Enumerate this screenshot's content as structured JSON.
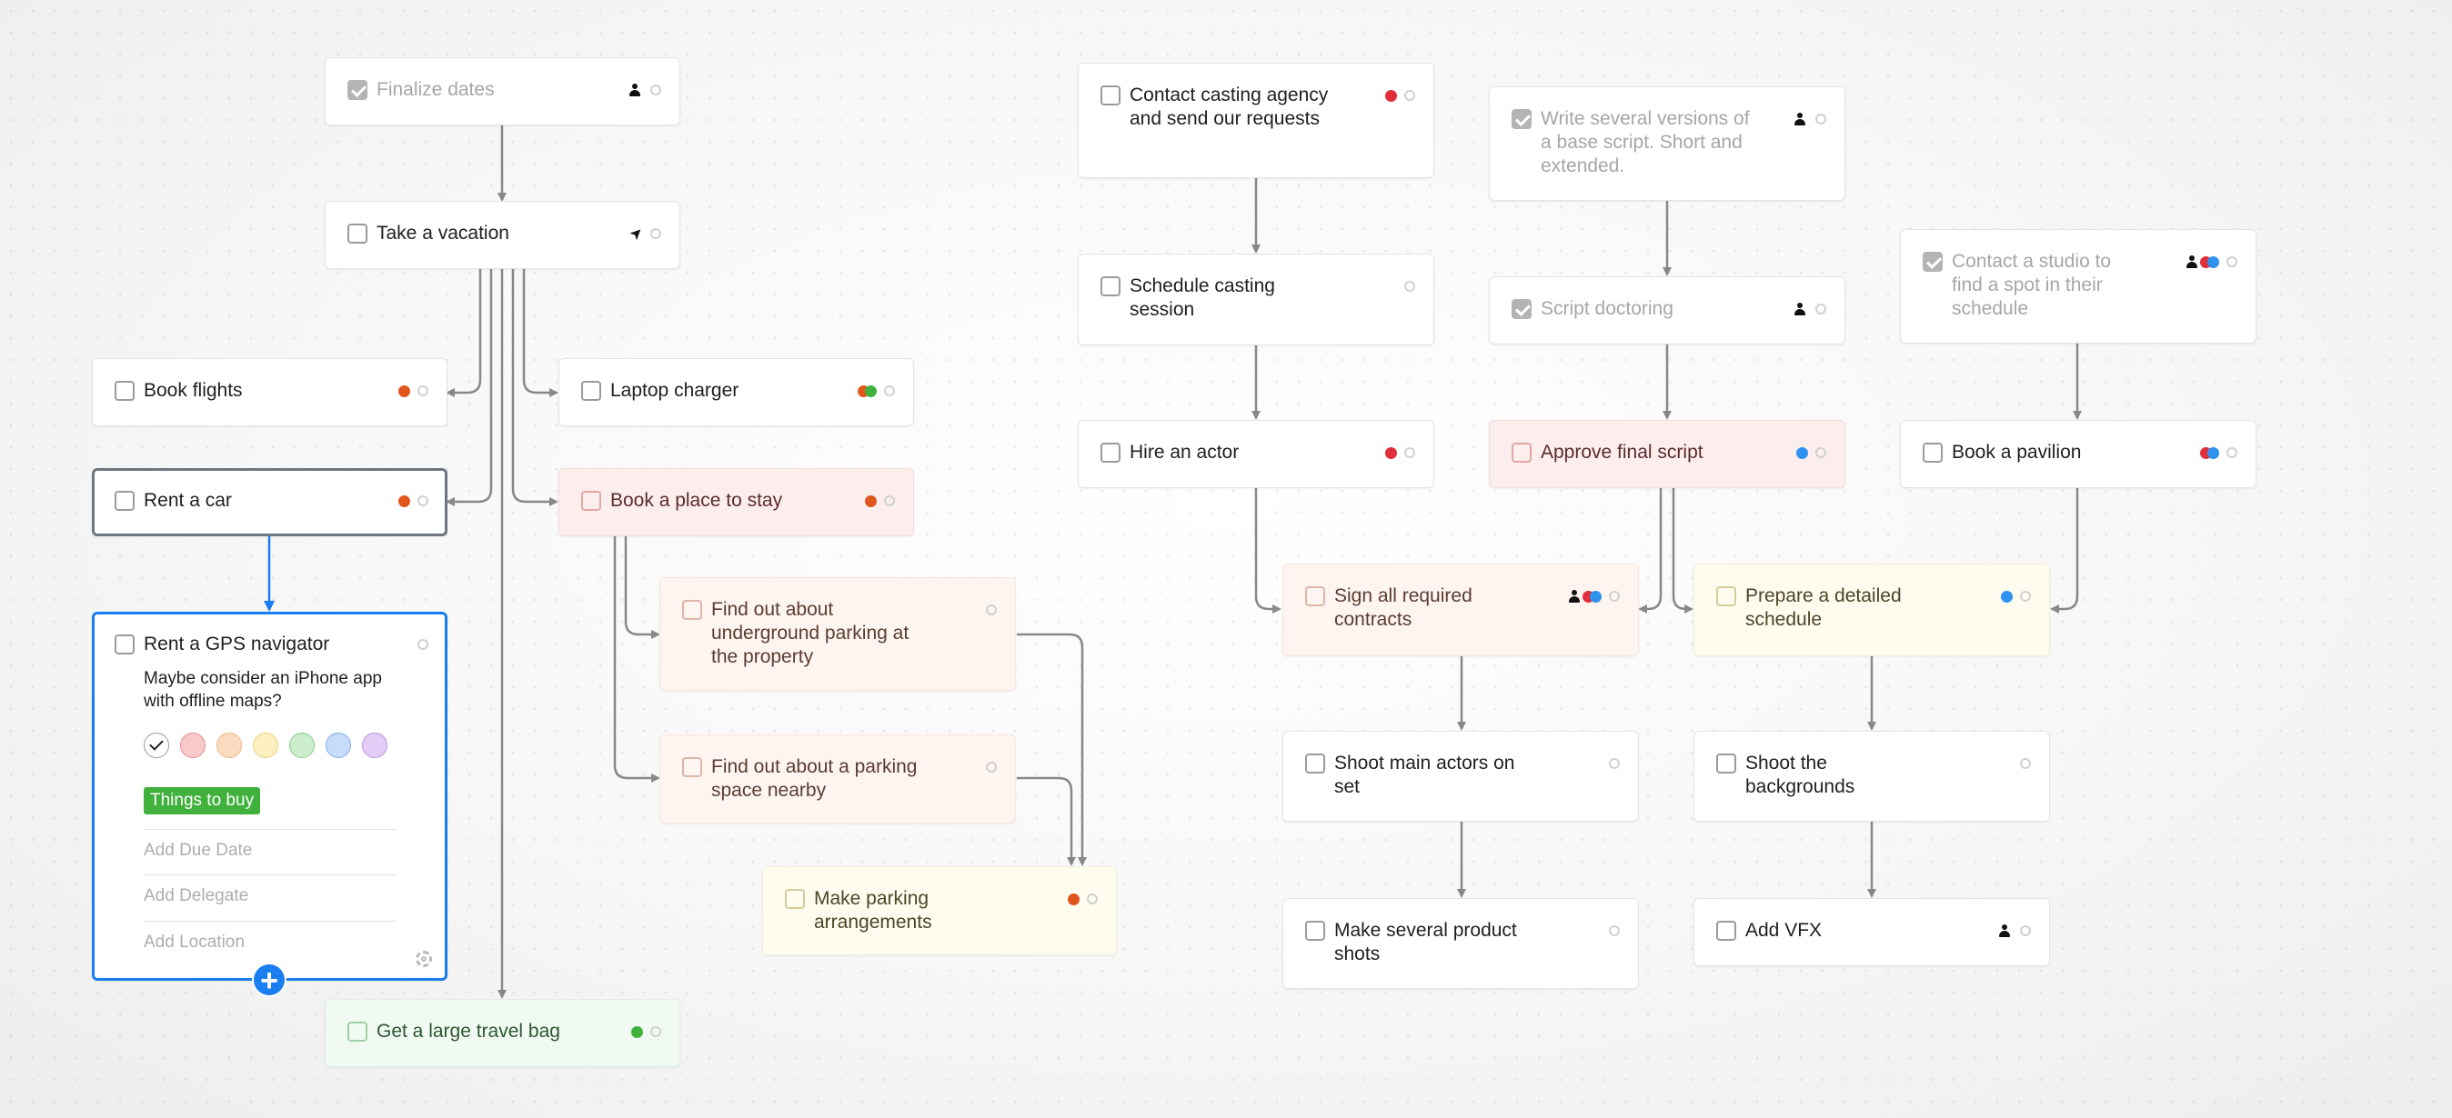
{
  "colors": {
    "orange": "#e0561d",
    "red": "#e02e3a",
    "green": "#3fb13c",
    "blue": "#2e92ee",
    "link_gray": "#888888",
    "link_blue": "#1a7ef0",
    "selected_border": "#1a7ef0"
  },
  "tasks": {
    "finalize_dates": {
      "title": "Finalize dates",
      "done": true,
      "icons": [
        "person-icon"
      ]
    },
    "take_vacation": {
      "title": "Take a vacation",
      "done": false,
      "icons": [
        "location-arrow-icon"
      ]
    },
    "book_flights": {
      "title": "Book flights",
      "done": false,
      "tags": [
        "orange"
      ]
    },
    "rent_car": {
      "title": "Rent a car",
      "done": false,
      "tags": [
        "orange"
      ]
    },
    "laptop_charger": {
      "title": "Laptop charger",
      "done": false,
      "tags": [
        "orange",
        "green"
      ]
    },
    "book_place": {
      "title": "Book a place to stay",
      "done": false,
      "tags": [
        "orange"
      ]
    },
    "underground_parking": {
      "title": "Find out about underground parking at the property",
      "done": false
    },
    "parking_nearby": {
      "title": "Find out about a parking space nearby",
      "done": false
    },
    "make_parking": {
      "title": "Make parking arrangements",
      "done": false,
      "tags": [
        "orange"
      ]
    },
    "travel_bag": {
      "title": "Get a large travel bag",
      "done": false,
      "tags": [
        "green"
      ]
    },
    "contact_casting": {
      "title": "Contact casting agency and send our requests",
      "done": false,
      "tags": [
        "red"
      ]
    },
    "schedule_casting": {
      "title": "Schedule casting session",
      "done": false
    },
    "hire_actor": {
      "title": "Hire an actor",
      "done": false,
      "tags": [
        "red"
      ]
    },
    "write_versions": {
      "title": "Write several versions of a base script. Short and extended.",
      "done": true,
      "icons": [
        "person-icon"
      ]
    },
    "script_doctoring": {
      "title": "Script doctoring",
      "done": true,
      "icons": [
        "person-icon"
      ]
    },
    "approve_script": {
      "title": "Approve final script",
      "done": false,
      "tags": [
        "blue"
      ]
    },
    "contact_studio": {
      "title": "Contact a studio to find a spot in their schedule",
      "done": true,
      "icons": [
        "person-icon"
      ],
      "tags": [
        "red",
        "blue"
      ]
    },
    "book_pavilion": {
      "title": "Book a pavilion",
      "done": false,
      "tags": [
        "red",
        "blue"
      ]
    },
    "sign_contracts": {
      "title": "Sign all required contracts",
      "done": false,
      "icons": [
        "person-icon"
      ],
      "tags": [
        "red",
        "blue"
      ]
    },
    "detailed_schedule": {
      "title": "Prepare a detailed schedule",
      "done": false,
      "tags": [
        "blue"
      ]
    },
    "shoot_actors": {
      "title": "Shoot main actors on set",
      "done": false
    },
    "shoot_backgrounds": {
      "title": "Shoot the backgrounds",
      "done": false
    },
    "product_shots": {
      "title": "Make several product shots",
      "done": false
    },
    "add_vfx": {
      "title": "Add VFX",
      "done": false,
      "icons": [
        "person-icon"
      ]
    }
  },
  "editor": {
    "title": "Rent a GPS navigator",
    "note": "Maybe consider an iPhone app with offline maps?",
    "colors": [
      {
        "name": "none",
        "fill": "#ffffff",
        "stroke": "#9a9a9a",
        "selected": true
      },
      {
        "name": "red",
        "fill": "#f8c9c9",
        "stroke": "#e98c8c"
      },
      {
        "name": "orange",
        "fill": "#fbdcc0",
        "stroke": "#eeb682"
      },
      {
        "name": "yellow",
        "fill": "#fcefc0",
        "stroke": "#ecd276"
      },
      {
        "name": "green",
        "fill": "#cdeecd",
        "stroke": "#86cc86"
      },
      {
        "name": "blue",
        "fill": "#c6dcfa",
        "stroke": "#7fabe9"
      },
      {
        "name": "purple",
        "fill": "#e3cdf6",
        "stroke": "#c08de6"
      }
    ],
    "tag": "Things to buy",
    "due_date_placeholder": "Add Due Date",
    "delegate_placeholder": "Add Delegate",
    "location_placeholder": "Add Location"
  }
}
